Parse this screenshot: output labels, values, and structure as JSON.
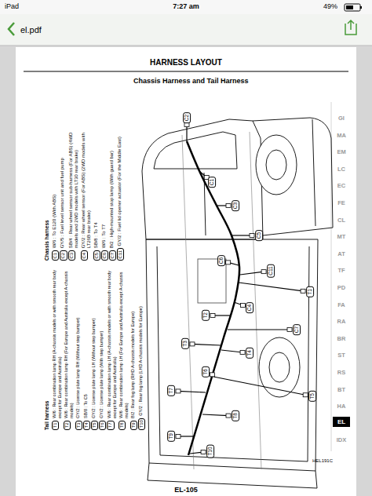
{
  "diagram": {
    "title": "HARNESS LAYOUT",
    "nodes": [
      {
        "text": [
          "C1"
        ]
      },
      {
        "text": [
          "C2"
        ]
      },
      {
        "text": [
          "C3"
        ]
      },
      {
        "text": [
          "C4"
        ]
      },
      {
        "text": [
          "C5"
        ]
      },
      {
        "text": [
          "C6"
        ]
      },
      {
        "text": [
          "C7"
        ]
      },
      {
        "text": [
          "C11"
        ]
      },
      {
        "text": [
          "T1"
        ]
      },
      {
        "text": [
          "T2"
        ]
      },
      {
        "text": [
          "T3"
        ]
      },
      {
        "text": [
          "T4"
        ]
      },
      {
        "text": [
          "T5"
        ]
      },
      {
        "text": [
          "T6"
        ]
      },
      {
        "text": [
          "T7"
        ]
      },
      {
        "text": [
          "T8"
        ]
      },
      {
        "text": [
          "T9"
        ]
      },
      {
        "text": [
          "T10"
        ]
      },
      {
        "text": [
          "C1"
        ]
      },
      {
        "text": [
          "C2"
        ]
      },
      {
        "text": [
          "C3"
        ]
      },
      {
        "text": [
          "C4"
        ]
      },
      {
        "text": [
          "C5"
        ]
      },
      {
        "text": [
          "C6"
        ]
      },
      {
        "text": [
          "C7"
        ]
      },
      {
        "text": [
          "C11"
        ]
      },
      {
        "text": [
          "T1"
        ]
      },
      {
        "text": [
          "T2"
        ]
      },
      {
        "text": [
          "T3"
        ]
      },
      {
        "text": [
          "T4"
        ]
      },
      {
        "text": [
          "T5"
        ]
      },
      {
        "text": [
          "T6"
        ]
      },
      {
        "text": [
          "T7"
        ]
      },
      {
        "text": [
          "T8"
        ]
      },
      {
        "text": [
          "T9"
        ]
      },
      {
        "text": [
          "T10"
        ]
      },
      {
        "text": [
          "EL"
        ]
      }
    ],
    "labels": [
      "iPad",
      "7:27 am",
      "49%",
      "el.pdf",
      "Chassis Harness and Tail Harness",
      "GI",
      "MA",
      "EM",
      "LC",
      "EC",
      "FE",
      "CL",
      "MT",
      "AT",
      "TF",
      "PD",
      "FA",
      "RA",
      "BR",
      "ST",
      "RS",
      "BT",
      "HA",
      "IDX",
      "Chassis harness",
      "W/6 : To E120 (With ABS)",
      "GY/5 : Fuel level sensor unit and fuel pump",
      "SB/4 : Rear wheel sensor sub-harness (For ABS) (4WD models and 2WD models with LT30 rear brake)",
      "GY/2 : Rear wheel sensor (For ABS) (2WD models with LT26B rear brake)",
      "SB/8 : To T4",
      "W/6 : To T7",
      "B/2 : High-mounted stop lamp (With guard bar)",
      "GY/2 : Fuel lid opener actuator (For the Middle East)",
      "Tail harness",
      "W/6 : Rear combination lamp RH (A-chassis models or with smooth rear body except for Europe and Australia)",
      "W/6 : Rear combination lamp RH (For Europe and Australia except A-chassis models)",
      "GY/2 : License plate lamp RH (Without step bumper)",
      "SB/8 : To C5",
      "GY/2 : License plate lamp LH (Without step bumper)",
      "GY/2 : License plate lamp (With step bumper)",
      "W/6 : Rear combination lamp LH (A-chassis models or with smooth rear body except for Europe and Australia)",
      "W/6 : Rear combination lamp LH (For Europe and Australia except A-chassis models)",
      "B/2 : Rear fog lamp (RHD A-chassis models for Europe)",
      "GY/2 : Rear fog lamp (LHD A-chassis models for Europe)",
      "HEL191C",
      "EL-105"
    ]
  }
}
